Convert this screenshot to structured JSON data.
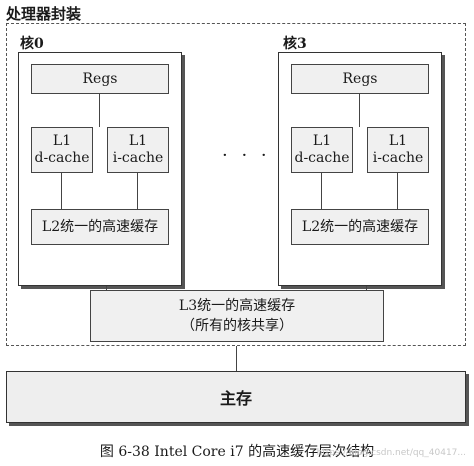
{
  "package_label": "处理器封装",
  "cores": [
    {
      "label": "核0",
      "regs": "Regs",
      "l1d": "L1\nd-cache",
      "l1i": "L1\ni-cache",
      "l2": "L2统一的高速缓存"
    },
    {
      "label": "核3",
      "regs": "Regs",
      "l1d": "L1\nd-cache",
      "l1i": "L1\ni-cache",
      "l2": "L2统一的高速缓存"
    }
  ],
  "ellipsis": "· · ·",
  "l3": {
    "line1": "L3统一的高速缓存",
    "line2": "（所有的核共享）"
  },
  "main_memory": "主存",
  "caption": "图 6-38   Intel Core i7 的高速缓存层次结构",
  "watermark": "https://blog.csdn.net/qq_40417..."
}
